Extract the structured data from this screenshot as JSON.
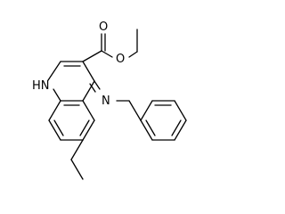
{
  "structure": {
    "atoms": {
      "nh": "HN",
      "ring_n": "N",
      "carbonyl_o": "O",
      "ester_o": "O"
    },
    "colors": {
      "bond": "#000000",
      "label": "#000000",
      "background": "#ffffff"
    }
  }
}
